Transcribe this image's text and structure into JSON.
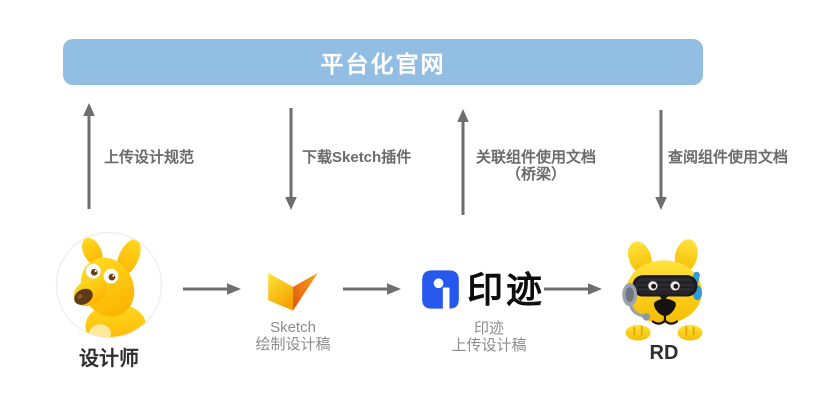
{
  "banner": {
    "label": "平台化官网"
  },
  "flows": [
    {
      "label": "上传设计规范",
      "direction": "up"
    },
    {
      "label": "下载Sketch插件",
      "direction": "down"
    },
    {
      "label": "关联组件使用文档",
      "label_line2": "（桥梁）",
      "direction": "up"
    },
    {
      "label": "查阅组件使用文档",
      "direction": "down"
    }
  ],
  "nodes": {
    "designer": {
      "label": "设计师",
      "icon": "meituan-kangaroo-avatar"
    },
    "sketch": {
      "name": "Sketch",
      "caption": "绘制设计稿",
      "icon": "sketch-plugin-logo"
    },
    "yinji": {
      "logo_text": "印迹",
      "name": "印迹",
      "caption": "上传设计稿",
      "icon": "yinji-logo"
    },
    "rd": {
      "label": "RD",
      "icon": "robot-kangaroo"
    }
  },
  "colors": {
    "banner_bg": "#92BEE3",
    "banner_text": "#FFFFFF",
    "arrow_gray": "#6E6E6E",
    "flow_label_gray": "#6B6B6B",
    "node_label_dark": "#2E2E2E",
    "caption_gray": "#8C8C8C",
    "sketch_yellow": "#FFD21C",
    "sketch_orange": "#ED6A0C",
    "yinji_blue": "#2658F0",
    "mascot_yellow": "#FFC900"
  }
}
